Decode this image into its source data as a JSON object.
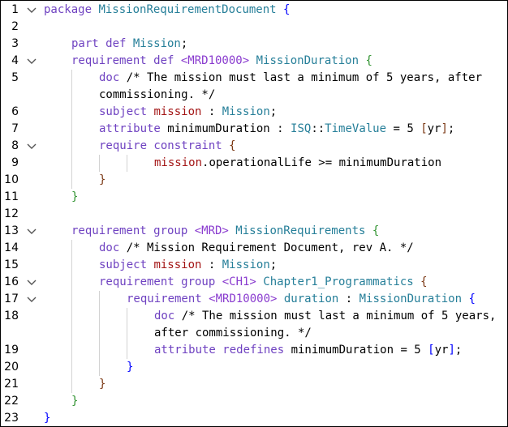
{
  "editor": {
    "lines": [
      {
        "n": "1",
        "fold": true,
        "indent": 0,
        "tokens": [
          {
            "t": "package ",
            "c": "kw"
          },
          {
            "t": "MissionRequirementDocument",
            "c": "id"
          },
          {
            "t": " ",
            "c": "pl"
          },
          {
            "t": "{",
            "c": "br1"
          }
        ]
      },
      {
        "n": "2",
        "fold": false,
        "indent": 0,
        "tokens": []
      },
      {
        "n": "3",
        "fold": false,
        "indent": 1,
        "tokens": [
          {
            "t": "part def ",
            "c": "kw"
          },
          {
            "t": "Mission",
            "c": "id"
          },
          {
            "t": ";",
            "c": "pl"
          }
        ]
      },
      {
        "n": "4",
        "fold": true,
        "indent": 1,
        "tokens": [
          {
            "t": "requirement def ",
            "c": "kw"
          },
          {
            "t": "<MRD10000>",
            "c": "kw2"
          },
          {
            "t": " MissionDuration ",
            "c": "id"
          },
          {
            "t": "{",
            "c": "br2"
          }
        ]
      },
      {
        "n": "5",
        "fold": false,
        "indent": 2,
        "tokens": [
          {
            "t": "doc ",
            "c": "kw"
          },
          {
            "t": "/* The mission must last a minimum of 5 years, after",
            "c": "cm"
          }
        ]
      },
      {
        "n": "",
        "fold": false,
        "indent": 2,
        "tokens": [
          {
            "t": "commissioning. */",
            "c": "cm"
          }
        ]
      },
      {
        "n": "6",
        "fold": false,
        "indent": 2,
        "tokens": [
          {
            "t": "subject ",
            "c": "kw"
          },
          {
            "t": "mission",
            "c": "str"
          },
          {
            "t": " : ",
            "c": "pl"
          },
          {
            "t": "Mission",
            "c": "id"
          },
          {
            "t": ";",
            "c": "pl"
          }
        ]
      },
      {
        "n": "7",
        "fold": false,
        "indent": 2,
        "tokens": [
          {
            "t": "attribute ",
            "c": "kw"
          },
          {
            "t": "minimumDuration : ",
            "c": "pl"
          },
          {
            "t": "ISQ",
            "c": "id"
          },
          {
            "t": "::",
            "c": "pl"
          },
          {
            "t": "TimeValue",
            "c": "id"
          },
          {
            "t": " = 5 ",
            "c": "pl"
          },
          {
            "t": "[",
            "c": "br3"
          },
          {
            "t": "yr",
            "c": "pl"
          },
          {
            "t": "]",
            "c": "br3"
          },
          {
            "t": ";",
            "c": "pl"
          }
        ]
      },
      {
        "n": "8",
        "fold": true,
        "indent": 2,
        "tokens": [
          {
            "t": "require constraint ",
            "c": "kw"
          },
          {
            "t": "{",
            "c": "br3"
          }
        ]
      },
      {
        "n": "9",
        "fold": false,
        "indent": 4,
        "tokens": [
          {
            "t": "mission",
            "c": "str"
          },
          {
            "t": ".operationalLife >= minimumDuration",
            "c": "pl"
          }
        ]
      },
      {
        "n": "10",
        "fold": false,
        "indent": 2,
        "tokens": [
          {
            "t": "}",
            "c": "br3"
          }
        ]
      },
      {
        "n": "11",
        "fold": false,
        "indent": 1,
        "tokens": [
          {
            "t": "}",
            "c": "br2"
          }
        ]
      },
      {
        "n": "12",
        "fold": false,
        "indent": 0,
        "tokens": []
      },
      {
        "n": "13",
        "fold": true,
        "indent": 1,
        "tokens": [
          {
            "t": "requirement group ",
            "c": "kw"
          },
          {
            "t": "<MRD>",
            "c": "kw2"
          },
          {
            "t": " MissionRequirements ",
            "c": "id"
          },
          {
            "t": "{",
            "c": "br2"
          }
        ]
      },
      {
        "n": "14",
        "fold": false,
        "indent": 2,
        "tokens": [
          {
            "t": "doc ",
            "c": "kw"
          },
          {
            "t": "/* Mission Requirement Document, rev A. */",
            "c": "cm"
          }
        ]
      },
      {
        "n": "15",
        "fold": false,
        "indent": 2,
        "tokens": [
          {
            "t": "subject ",
            "c": "kw"
          },
          {
            "t": "mission",
            "c": "str"
          },
          {
            "t": " : ",
            "c": "pl"
          },
          {
            "t": "Mission",
            "c": "id"
          },
          {
            "t": ";",
            "c": "pl"
          }
        ]
      },
      {
        "n": "16",
        "fold": true,
        "indent": 2,
        "tokens": [
          {
            "t": "requirement group ",
            "c": "kw"
          },
          {
            "t": "<CH1>",
            "c": "kw2"
          },
          {
            "t": " Chapter1_Programmatics ",
            "c": "id"
          },
          {
            "t": "{",
            "c": "br3"
          }
        ]
      },
      {
        "n": "17",
        "fold": true,
        "indent": 3,
        "tokens": [
          {
            "t": "requirement ",
            "c": "kw"
          },
          {
            "t": "<MRD10000>",
            "c": "kw2"
          },
          {
            "t": " duration",
            "c": "id"
          },
          {
            "t": " : ",
            "c": "pl"
          },
          {
            "t": "MissionDuration",
            "c": "id"
          },
          {
            "t": " ",
            "c": "pl"
          },
          {
            "t": "{",
            "c": "br1"
          }
        ]
      },
      {
        "n": "18",
        "fold": false,
        "indent": 4,
        "tokens": [
          {
            "t": "doc ",
            "c": "kw"
          },
          {
            "t": "/* The mission must last a minimum of 5 years,",
            "c": "cm"
          }
        ]
      },
      {
        "n": "",
        "fold": false,
        "indent": 4,
        "tokens": [
          {
            "t": "after commissioning. */",
            "c": "cm"
          }
        ]
      },
      {
        "n": "19",
        "fold": false,
        "indent": 4,
        "tokens": [
          {
            "t": "attribute redefines ",
            "c": "kw"
          },
          {
            "t": "minimumDuration = 5 ",
            "c": "pl"
          },
          {
            "t": "[",
            "c": "br1"
          },
          {
            "t": "yr",
            "c": "pl"
          },
          {
            "t": "]",
            "c": "br1"
          },
          {
            "t": ";",
            "c": "pl"
          }
        ]
      },
      {
        "n": "20",
        "fold": false,
        "indent": 3,
        "tokens": [
          {
            "t": "}",
            "c": "br1"
          }
        ]
      },
      {
        "n": "21",
        "fold": false,
        "indent": 2,
        "tokens": [
          {
            "t": "}",
            "c": "br3"
          }
        ]
      },
      {
        "n": "22",
        "fold": false,
        "indent": 1,
        "tokens": [
          {
            "t": "}",
            "c": "br2"
          }
        ]
      },
      {
        "n": "23",
        "fold": false,
        "indent": 0,
        "tokens": [
          {
            "t": "}",
            "c": "br1"
          }
        ]
      }
    ]
  }
}
